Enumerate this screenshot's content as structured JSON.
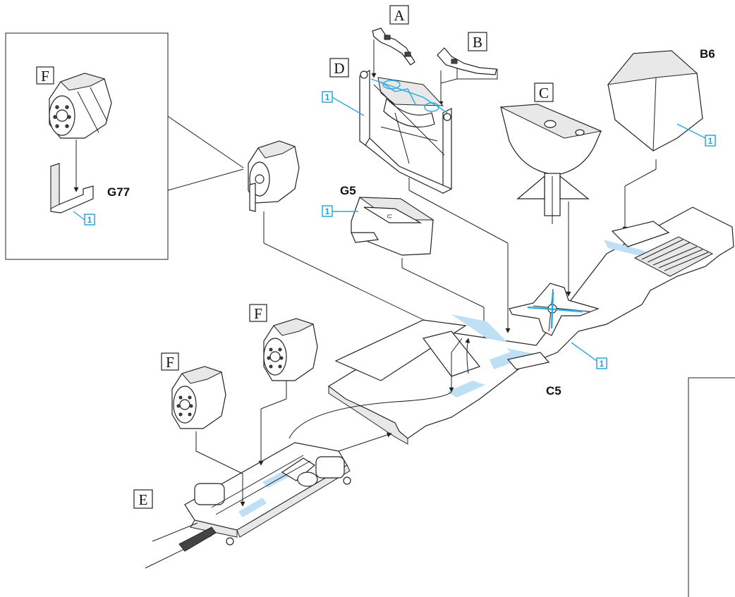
{
  "labels": {
    "A": "A",
    "B": "B",
    "C": "C",
    "D": "D",
    "E": "E",
    "F_detail": "F",
    "F_mid": "F",
    "F_left": "F"
  },
  "part_codes": {
    "b6": "B6",
    "g77": "G77",
    "g5": "G5",
    "c5": "C5"
  },
  "step_numbers": {
    "g77": "1",
    "d_frame": "1",
    "g5": "1",
    "b6": "1",
    "c5": "1"
  },
  "colors": {
    "highlight": "#bfe0f4",
    "step_accent": "#1aa3d9",
    "ink": "#222222"
  }
}
